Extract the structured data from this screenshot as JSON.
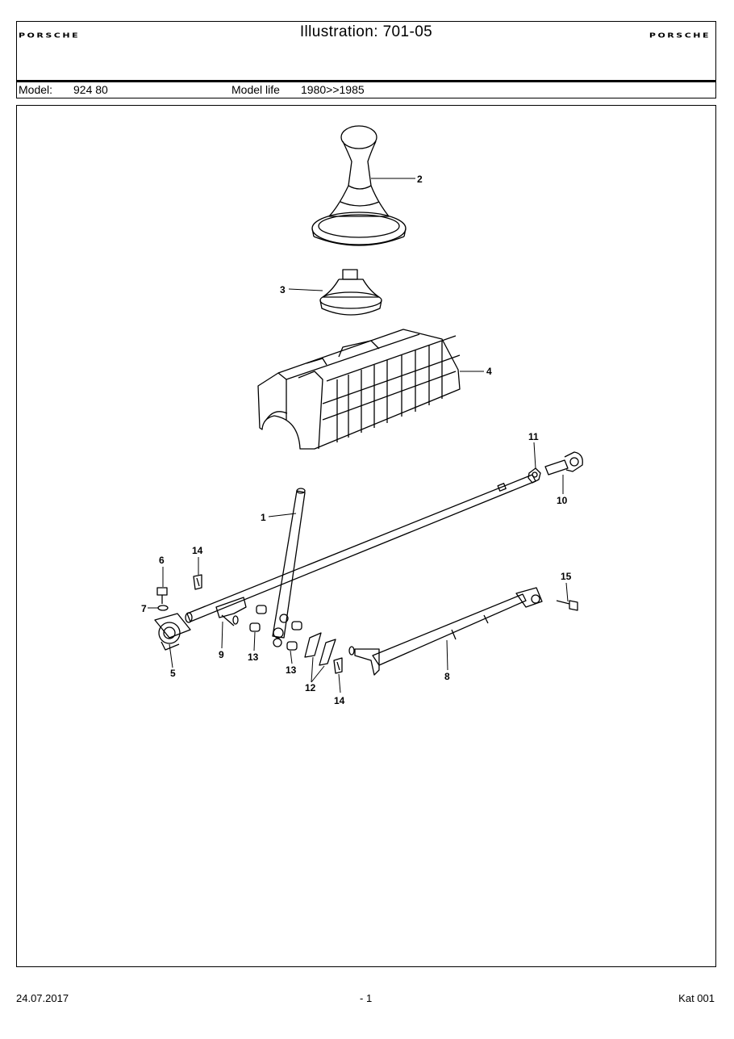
{
  "header": {
    "brand_left": "PORSCHE",
    "brand_right": "PORSCHE",
    "title": "Illustration: 701-05",
    "model_label": "Model:",
    "model_value": "924 80",
    "model_life_label": "Model life",
    "model_life_value": "1980>>1985"
  },
  "callouts": [
    "1",
    "2",
    "3",
    "4",
    "5",
    "6",
    "7",
    "8",
    "9",
    "10",
    "11",
    "12",
    "13",
    "13",
    "14",
    "14",
    "15"
  ],
  "footer": {
    "date": "24.07.2017",
    "page": "- 1",
    "catalog": "Kat 001"
  }
}
